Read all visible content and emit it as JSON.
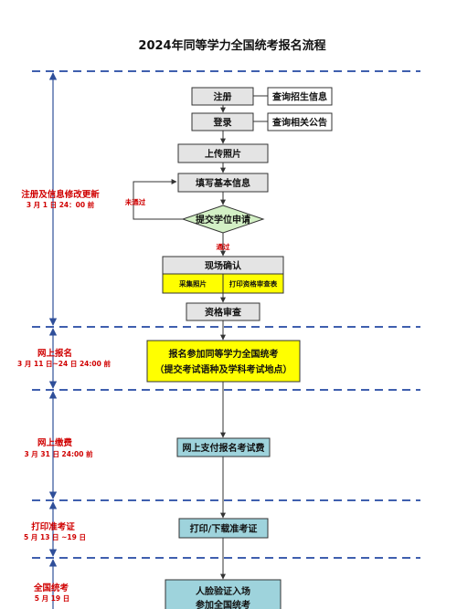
{
  "title": "2024年同等学力全国统考报名流程",
  "boxes": {
    "register": "注册",
    "login": "登录",
    "query_enroll": "查询招生信息",
    "query_notice": "查询相关公告",
    "upload_photo": "上传照片",
    "fill_info": "填写基本信息",
    "submit_apply": "提交学位申请",
    "not_pass": "未通过",
    "pass": "通过",
    "onsite": "现场确认",
    "collect_photo": "采集照片",
    "print_form": "打印资格审查表",
    "qual_review": "资格审查",
    "signup_line1": "报名参加同等学力全国统考",
    "signup_line2": "（提交考试语种及学科考试地点）",
    "pay": "网上支付报名考试费",
    "print_ticket": "打印/下载准考证",
    "exam_line1": "人脸验证入场",
    "exam_line2": "参加全国统考"
  },
  "stages": [
    {
      "title": "注册及信息修改更新",
      "date": "3 月 1 日 24：00 前"
    },
    {
      "title": "网上报名",
      "date": "3 月 11 日~24 日 24:00 前"
    },
    {
      "title": "网上缴费",
      "date": "3 月 31 日 24:00 前"
    },
    {
      "title": "打印准考证",
      "date": "5 月 13 日 ~19 日"
    },
    {
      "title": "全国统考",
      "date": "5 月 19 日"
    }
  ],
  "colors": {
    "dash_line": "#3f5fae",
    "axis": "#2f4f9a",
    "stage_text": "#d00000",
    "box_gray": "#e4e4e4",
    "box_yellow": "#ffff00",
    "box_teal": "#9ed3dc",
    "diamond_green": "#d3f0c5"
  }
}
